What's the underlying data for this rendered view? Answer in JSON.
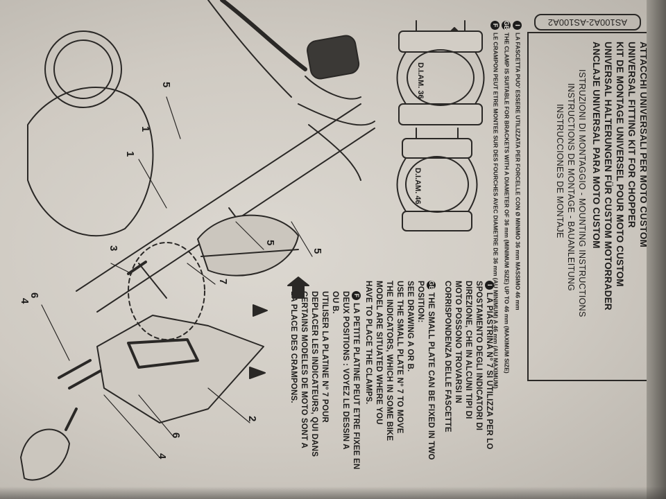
{
  "document": {
    "code": "AS100A2-AS100A2",
    "titles": [
      "ATTACCHI UNIVERSALI PER MOTO CUSTOM",
      "UNIVERSAL FITTING KIT FOR CHOPPER",
      "KIT DE MONTAGE UNIVERSEL POUR MOTO CUSTOM",
      "UNIVERSAL HALTERUNGEN FÜR CUSTOM MOTORRADER",
      "ANCLAJE UNIVERSAL PARA MOTO CUSTOM"
    ],
    "subtitles": [
      "ISTRUZIONI DI MONTAGGIO - MOUNTING INSTRUCTIONS",
      "INSTRUCTIONS DE MONTAGE - BAUANLEITUNG",
      "INSTRUCCIONES DE MONTAJE"
    ],
    "notes": [
      {
        "lang": "I",
        "text": "LA FASCETTA PUO' ESSERE UTILIZZATA PER FORCELLE CON Ø MINIMO 36 mm MASSIMO 46 mm"
      },
      {
        "lang": "GB",
        "text": "THE CLAMP IS SUITABLE FOR BRACKETS WITH A DIAMETER OF 36 mm (MINIMUM SIZE) UP TO 46 mm (MAXIMUM SIZE)"
      },
      {
        "lang": "F",
        "text": "LE CRAMPON PEUT ETRE MONTEE SUR DES FOURCHES AVEC DIAMETRE DE 36 mm (AU MINIMUM) A 46 mm (AU MAXIMUM)"
      }
    ],
    "clamps": [
      {
        "label": "D.I.AM. 36"
      },
      {
        "label": "D.I.AM. 46"
      }
    ],
    "instructions": [
      {
        "lang": "I",
        "lines": [
          "LA PIASTRINA N° 7 SI UTILIZZA PER LO",
          "SPOSTAMENTO DEGLI INDICATORI DI",
          "DIREZIONE, CHE IN ALCUNI TIPI DI",
          "MOTO POSSONO TROVARSI IN",
          "CORRISPONDENZA DELLE FASCETTE"
        ]
      },
      {
        "lang": "GB",
        "lines": [
          "THE SMALL PLATE CAN BE FIXED IN TWO",
          "POSITION:",
          "SEE DRAWING A OR B.",
          "USE THE SMALL PLATE N° 7 TO MOVE",
          "THE INDICATORS, WHICH IN SOME BIKE",
          "MODEL ARE SITUATED WHERE YOU",
          "HAVE TO PLACE THE CLAMPS."
        ]
      },
      {
        "lang": "F",
        "lines": [
          "LA PETITE PLATINE PEUT ETRE FIXEE EN",
          "DEUX POSITIONS : VOYEZ LE DESSIN A",
          "OU B.",
          "UTILISER LA PLATINE N° 7 POUR",
          "DEPLACER LES INDICATEURS, QUI DANS",
          "CERTAINS MODELES DE MOTO SONT A",
          "LA PLACE DES CRAMPONS."
        ]
      }
    ],
    "part_numbers": [
      "1",
      "2",
      "3",
      "4",
      "4",
      "5",
      "5",
      "5",
      "6",
      "6",
      "7"
    ]
  },
  "colors": {
    "paper": "#d6d2ca",
    "ink": "#1d1c1b",
    "shadow": "#5f5c57"
  }
}
